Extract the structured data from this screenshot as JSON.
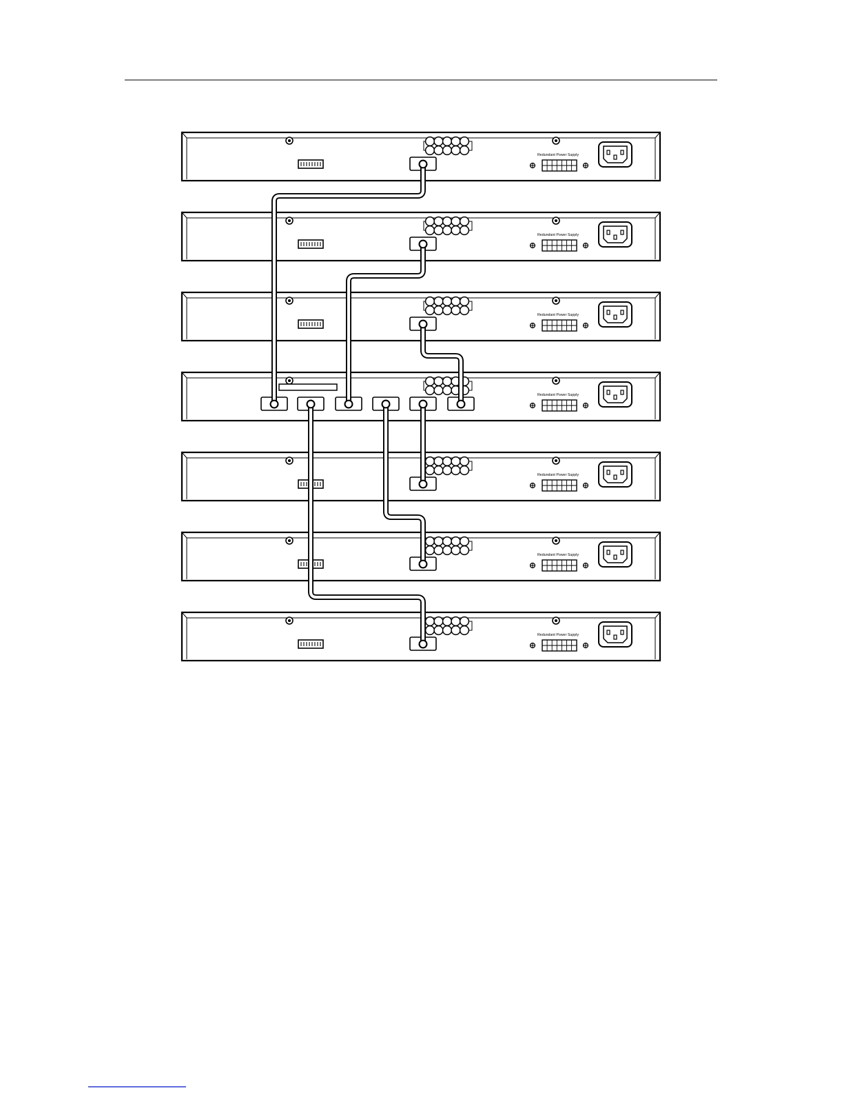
{
  "page": {
    "background": "#ffffff",
    "ink": "#000000"
  },
  "diagram": {
    "units": [
      {
        "id": "unit-1",
        "kind": "standard",
        "rps_label": "Redundant Power Supply"
      },
      {
        "id": "unit-2",
        "kind": "standard",
        "rps_label": "Redundant Power Supply"
      },
      {
        "id": "unit-3",
        "kind": "standard",
        "rps_label": "Redundant Power Supply"
      },
      {
        "id": "unit-4",
        "kind": "master",
        "rps_label": "Redundant Power Supply"
      },
      {
        "id": "unit-5",
        "kind": "standard",
        "rps_label": "Redundant Power Supply"
      },
      {
        "id": "unit-6",
        "kind": "standard",
        "rps_label": "Redundant Power Supply"
      },
      {
        "id": "unit-7",
        "kind": "standard",
        "rps_label": "Redundant Power Supply"
      }
    ],
    "connections": [
      {
        "from_unit": 4,
        "from_port": 1,
        "to_unit": 1
      },
      {
        "from_unit": 4,
        "from_port": 3,
        "to_unit": 2
      },
      {
        "from_unit": 4,
        "from_port": 6,
        "to_unit": 3
      },
      {
        "from_unit": 4,
        "from_port": 5,
        "to_unit": 5
      },
      {
        "from_unit": 4,
        "from_port": 4,
        "to_unit": 6
      },
      {
        "from_unit": 4,
        "from_port": 2,
        "to_unit": 7
      }
    ]
  }
}
